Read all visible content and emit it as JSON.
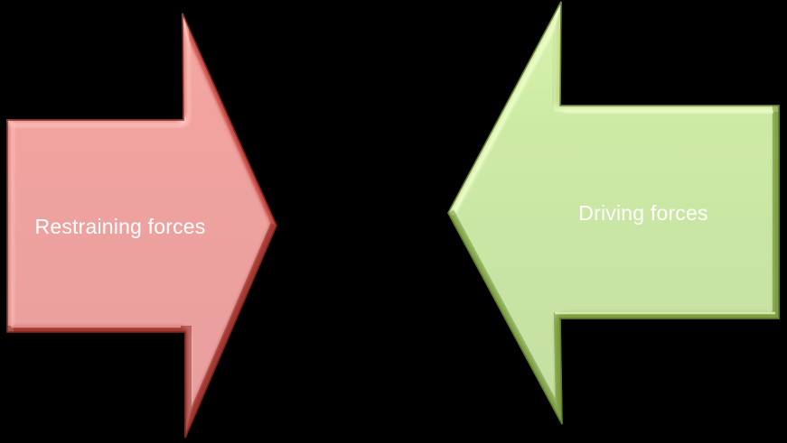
{
  "diagram": {
    "type": "force-field-analysis",
    "background_color": "#000000",
    "arrows": {
      "restraining": {
        "label": "Restraining forces",
        "direction": "right",
        "fill": "#C8463D",
        "fill_top": "#CE574C",
        "fill_bottom": "#B93E36",
        "edge_light": "#F2B2AA",
        "edge_dark": "#8A2B24",
        "outline": "#7E2620",
        "text_color": "#FFFFFF"
      },
      "driving": {
        "label": "Driving forces",
        "direction": "left",
        "fill": "#97BF4E",
        "fill_top": "#A7CB60",
        "fill_bottom": "#89B047",
        "edge_light": "#EAF6C0",
        "edge_dark": "#69862F",
        "outline": "#5F7A31",
        "text_color": "#FFFFFF"
      }
    }
  }
}
